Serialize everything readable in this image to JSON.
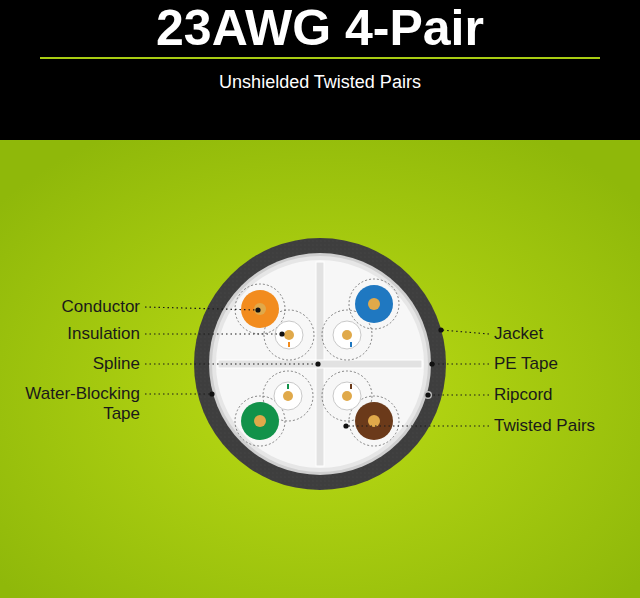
{
  "diagram": {
    "title": "23AWG 4-Pair",
    "caption": "Unshielded Twisted Pairs",
    "labels": [
      "Conductor",
      "Insulation",
      "Spline",
      "Water-Blocking Tape",
      "Jacket",
      "PE Tape",
      "Ripcord",
      "Twisted Pairs"
    ]
  }
}
